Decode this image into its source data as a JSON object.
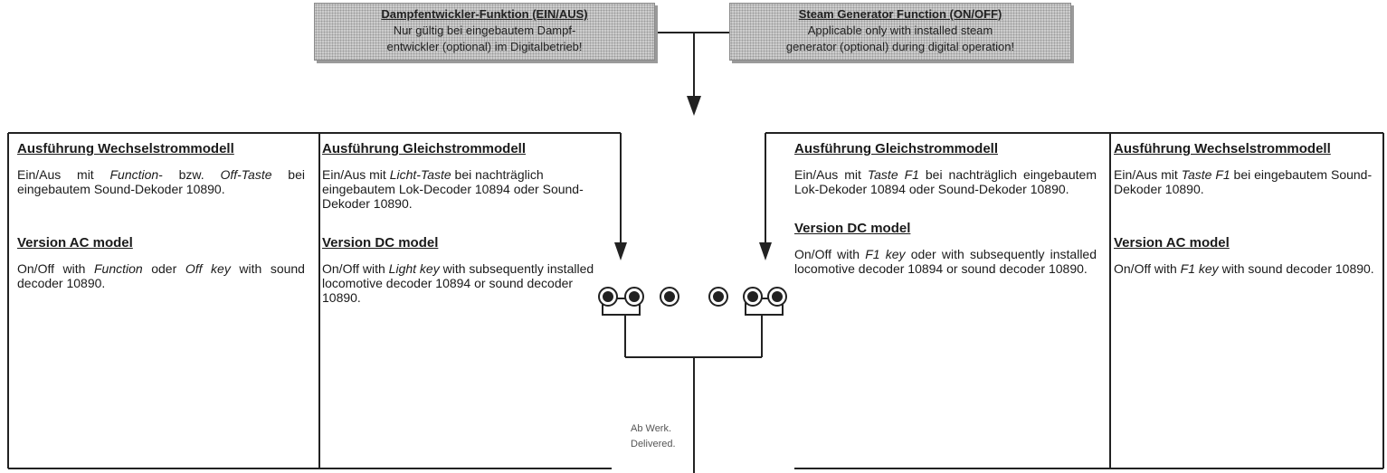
{
  "headers": {
    "de": {
      "title": "Dampfentwickler-Funktion (EIN/AUS)",
      "line1": "Nur gültig bei eingebautem Dampf-",
      "line2": "entwickler (optional) im Digitalbetrieb!"
    },
    "en": {
      "title": "Steam Generator Function (ON/OFF)",
      "line1": "Applicable only with installed steam",
      "line2": "generator (optional) during digital operation!"
    }
  },
  "left_ac": {
    "title": "Ausführung Wechselstrommodell",
    "de_pre": "Ein/Aus mit ",
    "de_em1": "Function",
    "de_mid": "- bzw. ",
    "de_em2": "Off-Taste",
    "de_post": " bei eingebautem Sound-Dekoder 10890.",
    "en_title": "Version AC model",
    "en_pre": "On/Off with ",
    "en_em1": "Function",
    "en_mid": " oder ",
    "en_em2": "Off key",
    "en_post": " with sound decoder 10890."
  },
  "left_dc": {
    "title": "Ausführung Gleichstrommodell",
    "de_pre": "Ein/Aus mit ",
    "de_em": "Licht-Taste",
    "de_post": " bei nachträglich eingebautem Lok-Decoder 10894 oder Sound-Dekoder 10890.",
    "en_title": "Version DC model",
    "en_pre": "On/Off with ",
    "en_em": "Light key",
    "en_post": " with subsequently installed locomotive decoder 10894 or sound decoder 10890."
  },
  "right_dc": {
    "title": "Ausführung Gleichstrommodell",
    "de_pre": "Ein/Aus mit ",
    "de_em": "Taste F1",
    "de_post": " bei nachträglich eingebautem Lok-Dekoder 10894 oder Sound-Dekoder 10890.",
    "en_title": "Version DC model",
    "en_pre": "On/Off with ",
    "en_em": "F1 key",
    "en_post": " oder with subsequently installed locomotive decoder 10894 or sound decoder 10890."
  },
  "right_ac": {
    "title": "Ausführung Wechselstrommodell",
    "de_pre": "Ein/Aus mit ",
    "de_em": "Taste F1",
    "de_post": " bei eingebautem Sound-Dekoder 10890.",
    "en_title": "Version AC model",
    "en_pre": "On/Off with ",
    "en_em": "F1 key",
    "en_post": " with sound decoder 10890."
  },
  "delivered": {
    "line1": "Ab Werk.",
    "line2": "Delivered."
  }
}
